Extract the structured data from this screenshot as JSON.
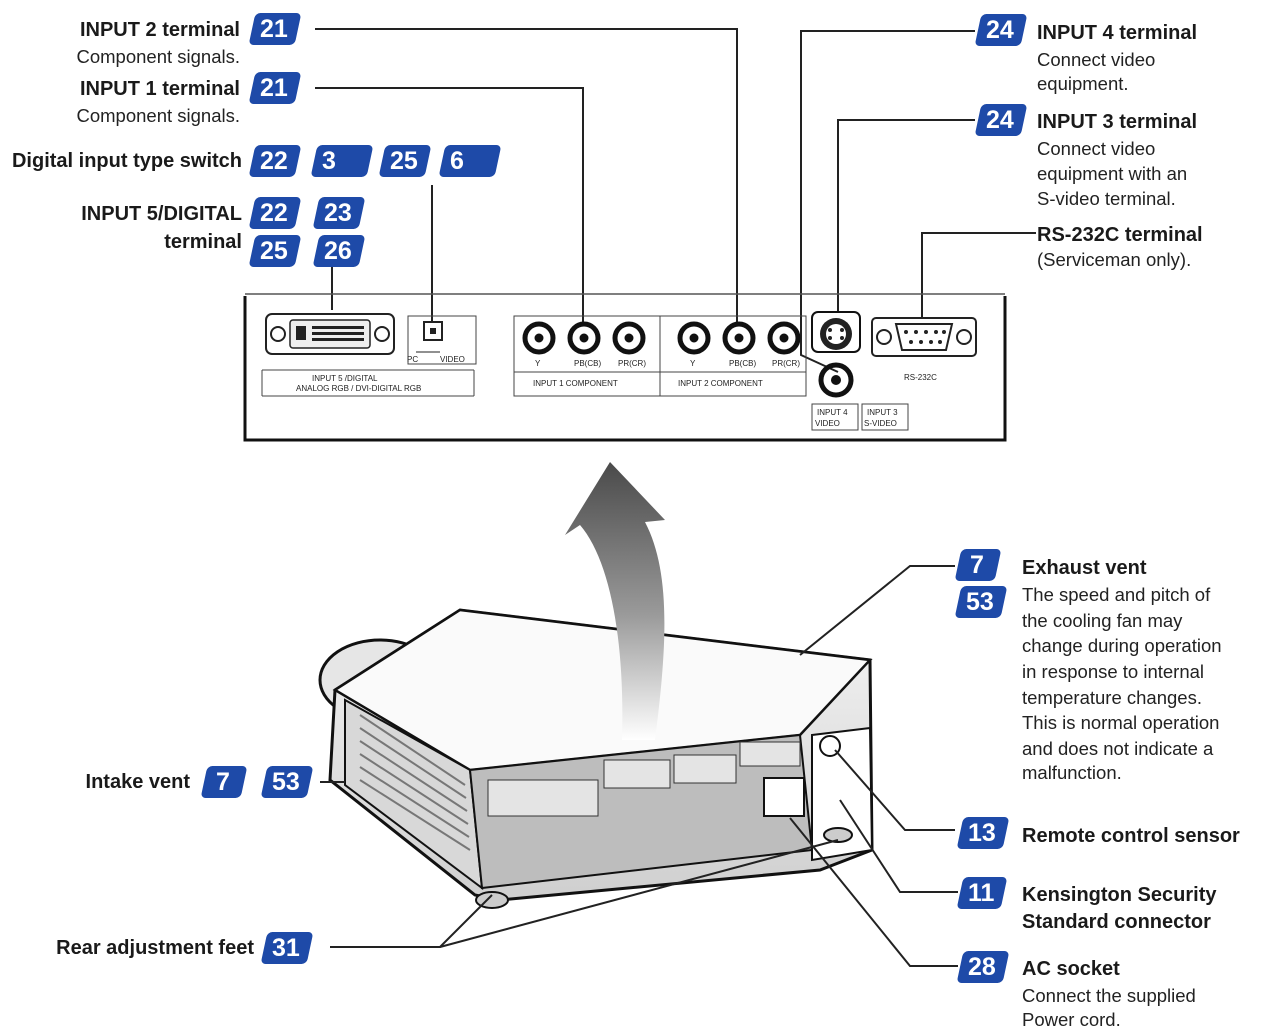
{
  "left_labels": {
    "input2": {
      "title": "INPUT 2 terminal",
      "desc": "Component signals.",
      "pages": [
        "21"
      ]
    },
    "input1": {
      "title": "INPUT 1 terminal",
      "desc": "Component signals.",
      "pages": [
        "21"
      ]
    },
    "digital_switch": {
      "title": "Digital input type switch",
      "pages": [
        "22",
        "3",
        "25",
        "6"
      ]
    },
    "input5": {
      "title_line1": "INPUT 5/DIGITAL",
      "title_line2": "terminal",
      "pages": [
        "22",
        "23",
        "25",
        "26"
      ]
    },
    "intake_vent": {
      "title": "Intake vent",
      "pages": [
        "7",
        "53"
      ]
    },
    "rear_feet": {
      "title": "Rear adjustment feet",
      "pages": [
        "31"
      ]
    }
  },
  "right_labels": {
    "input4": {
      "title": "INPUT 4 terminal",
      "desc": [
        "Connect video",
        "equipment."
      ],
      "pages": [
        "24"
      ]
    },
    "input3": {
      "title": "INPUT 3 terminal",
      "desc": [
        "Connect video",
        "equipment with an",
        "S-video terminal."
      ],
      "pages": [
        "24"
      ]
    },
    "rs232c": {
      "title": "RS-232C terminal",
      "desc": [
        "(Serviceman only)."
      ]
    },
    "exhaust": {
      "title": "Exhaust vent",
      "desc": [
        "The speed and pitch of",
        "the cooling fan may",
        "change during operation",
        "in response to internal",
        "temperature changes.",
        "This is normal operation",
        "and does not indicate a",
        "malfunction."
      ],
      "pages": [
        "7",
        "53"
      ]
    },
    "remote": {
      "title": "Remote control sensor",
      "pages": [
        "13"
      ]
    },
    "kensington": {
      "title": "Kensington Security",
      "title2": "Standard connector",
      "pages": [
        "11"
      ]
    },
    "ac": {
      "title": "AC socket",
      "desc": [
        "Connect the supplied",
        "Power cord."
      ],
      "pages": [
        "28"
      ]
    }
  },
  "panel": {
    "pc": "PC",
    "video": "VIDEO",
    "input5_line1": "INPUT 5 /DIGITAL",
    "input5_line2": "ANALOG RGB / DVI-DIGITAL RGB",
    "y": "Y",
    "pb": "PB(CB)",
    "pr": "PR(CR)",
    "input1_comp": "INPUT 1 COMPONENT",
    "input2_comp": "INPUT 2 COMPONENT",
    "rs232c": "RS-232C",
    "input4_l1": "INPUT 4",
    "input4_l2": "VIDEO",
    "input3_l1": "INPUT 3",
    "input3_l2": "S-VIDEO"
  },
  "colors": {
    "badge": "#1e4aa8",
    "line": "#222222",
    "arrow": "#5a5a5a"
  }
}
